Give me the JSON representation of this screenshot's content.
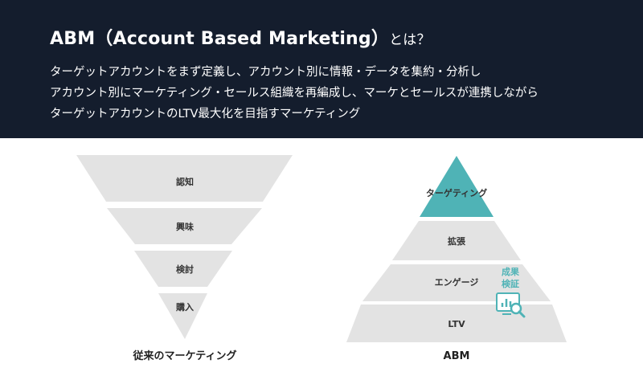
{
  "header": {
    "title": "ABM（Account Based Marketing）",
    "title_suffix": "とは？",
    "description_lines": [
      "ターゲットアカウントをまず定義し、アカウント別に情報・データを集約・分析し",
      "アカウント別にマーケティング・セールス組織を再編成し、マーケとセールスが連携しながら",
      "ターゲットアカウントのLTV最大化を目指すマーケティング"
    ]
  },
  "traditional": {
    "caption": "従来のマーケティング",
    "stages": [
      "認知",
      "興味",
      "検討",
      "購入"
    ]
  },
  "abm": {
    "caption": "ABM",
    "stages": [
      "ターゲティング",
      "拡張",
      "エンゲージ",
      "LTV"
    ],
    "measurement": {
      "label_lines": [
        "成果",
        "検証"
      ],
      "icon": "chart-search-icon"
    }
  },
  "colors": {
    "header_bg": "#141d2d",
    "layer_gray": "#e3e3e3",
    "accent_teal": "#4fb3b6"
  }
}
